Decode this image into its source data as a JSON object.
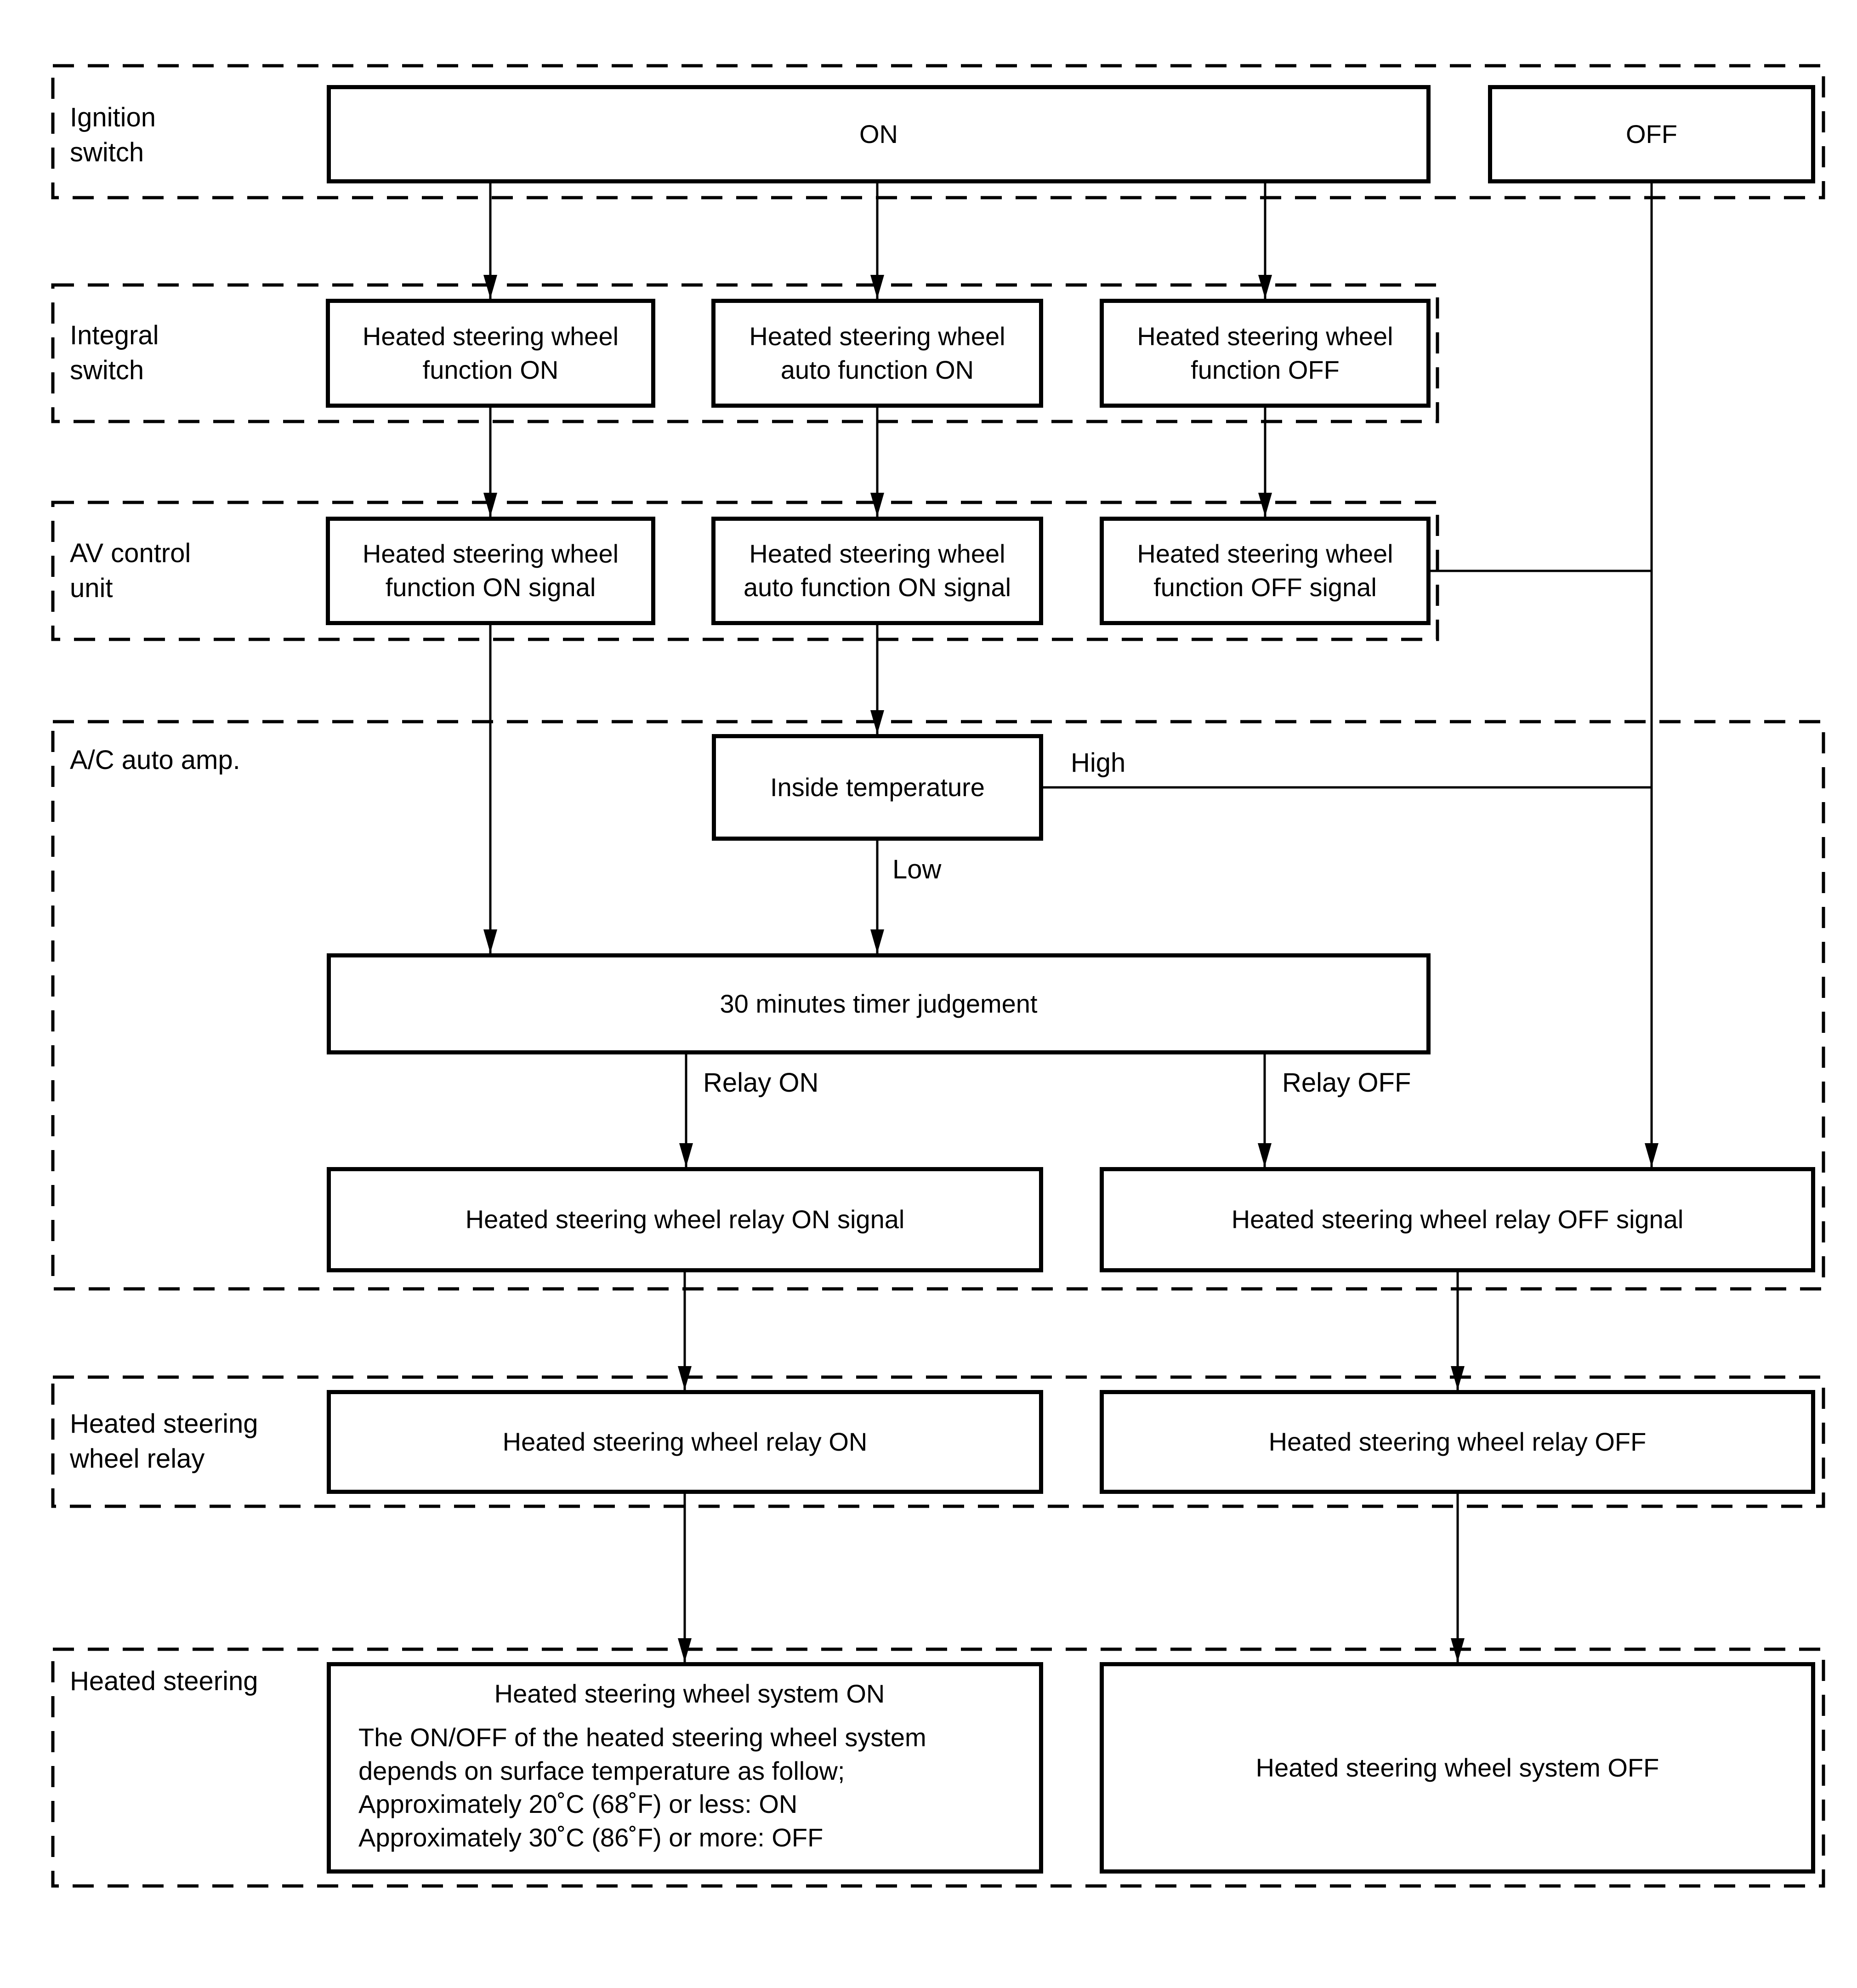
{
  "colors": {
    "ink": "#000000",
    "background": "#ffffff"
  },
  "lanes": [
    {
      "label": "Ignition\nswitch"
    },
    {
      "label": "Integral\nswitch"
    },
    {
      "label": "AV control\nunit"
    },
    {
      "label": "A/C auto amp."
    },
    {
      "label": "Heated steering\nwheel relay"
    },
    {
      "label": "Heated steering"
    }
  ],
  "nodes": {
    "ignition_on": "ON",
    "ignition_off": "OFF",
    "integral_function_on": "Heated steering wheel\nfunction ON",
    "integral_auto_function_on": "Heated steering wheel\nauto function ON",
    "integral_function_off": "Heated steering wheel\nfunction OFF",
    "av_function_on_signal": "Heated steering wheel\nfunction ON signal",
    "av_auto_function_on_signal": "Heated steering wheel\nauto function ON signal",
    "av_function_off_signal": "Heated steering wheel\nfunction OFF signal",
    "inside_temperature": "Inside temperature",
    "timer_judgement": "30 minutes timer judgement",
    "relay_on_signal": "Heated steering wheel relay ON signal",
    "relay_off_signal": "Heated steering wheel relay OFF signal",
    "relay_on": "Heated steering wheel relay ON",
    "relay_off": "Heated steering wheel relay OFF",
    "system_off": "Heated steering wheel system OFF"
  },
  "system_on": {
    "title": "Heated steering wheel system ON",
    "body": "The ON/OFF of the heated steering wheel system\ndepends on surface temperature as follow;\nApproximately 20˚C (68˚F) or less: ON\nApproximately 30˚C (86˚F) or more: OFF"
  },
  "edge_labels": {
    "high": "High",
    "low": "Low",
    "relay_on": "Relay ON",
    "relay_off": "Relay OFF"
  }
}
